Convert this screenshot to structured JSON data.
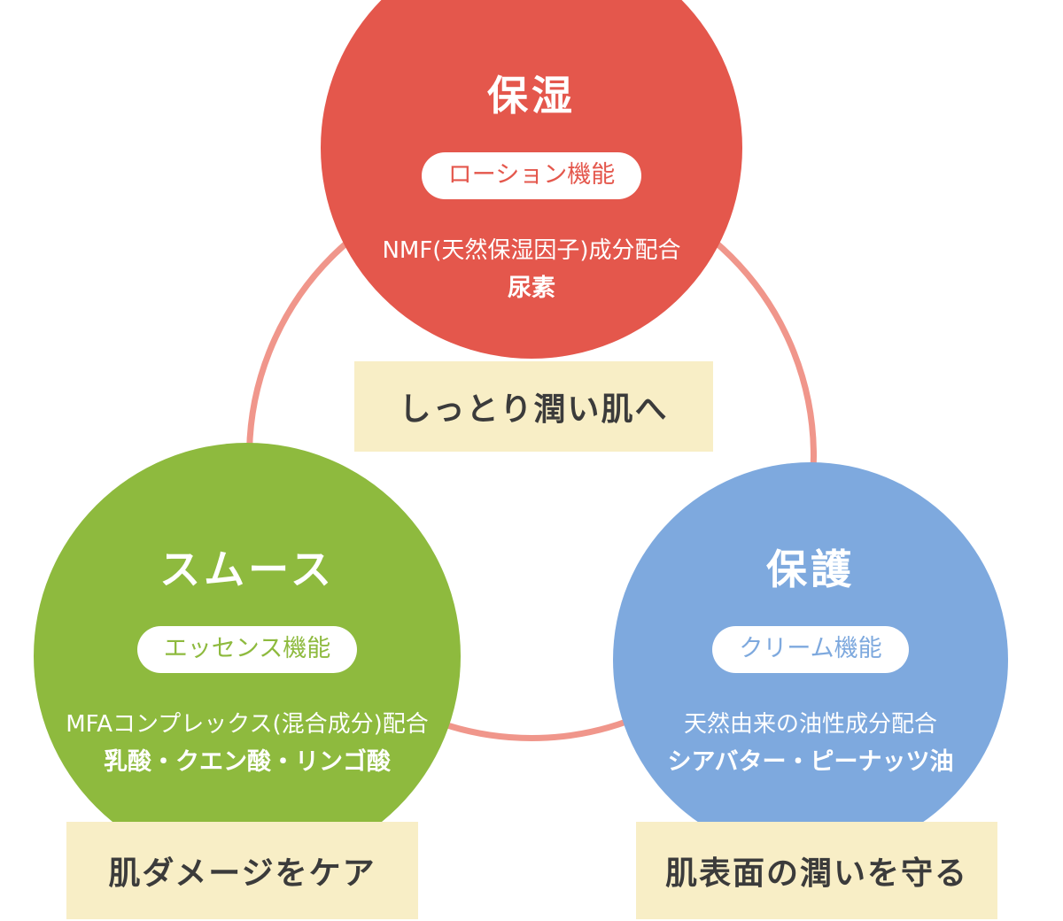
{
  "colors": {
    "red": "#e4574c",
    "green": "#8eba3e",
    "blue": "#7ea9de",
    "ring": "#f0968b",
    "label_bg": "#f8eec6",
    "label_text": "#3b3b3b"
  },
  "circles": [
    {
      "id": "moisture",
      "title": "保湿",
      "badge": "ローション機能",
      "line1": "NMF(天然保湿因子)成分配合",
      "line2": "尿素"
    },
    {
      "id": "smooth",
      "title": "スムース",
      "badge": "エッセンス機能",
      "line1": "MFAコンプレックス(混合成分)配合",
      "line2": "乳酸・クエン酸・リンゴ酸"
    },
    {
      "id": "protect",
      "title": "保護",
      "badge": "クリーム機能",
      "line1": "天然由来の油性成分配合",
      "line2": "シアバター・ピーナッツ油"
    }
  ],
  "labels": [
    {
      "text": "しっとり潤い肌へ"
    },
    {
      "text": "肌ダメージをケア"
    },
    {
      "text": "肌表面の潤いを守る"
    }
  ]
}
